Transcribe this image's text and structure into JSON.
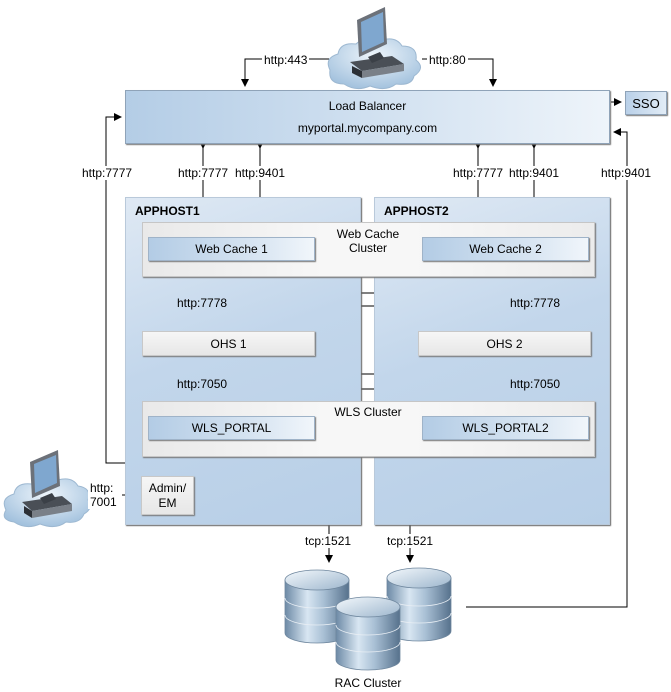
{
  "title": "Oracle Portal high-availability topology",
  "colors": {
    "load_balancer": "#c7dbef",
    "host_background": "#c2d6eb",
    "cluster_background": "#f2f2f2",
    "node_blue": "#c6dbef",
    "node_gray": "#eeeeee",
    "line": "#000000"
  },
  "client_top": {
    "icon": "computer-cloud-icon"
  },
  "client_admin": {
    "icon": "computer-cloud-icon"
  },
  "load_balancer": {
    "title": "Load Balancer",
    "host": "myportal.mycompany.com"
  },
  "sso": {
    "label": "SSO"
  },
  "hosts": [
    {
      "label": "APPHOST1"
    },
    {
      "label": "APPHOST2"
    }
  ],
  "web_cache_cluster": {
    "label_line1": "Web Cache",
    "label_line2": "Cluster"
  },
  "web_caches": [
    {
      "label": "Web Cache 1"
    },
    {
      "label": "Web Cache 2"
    }
  ],
  "ohs": [
    {
      "label": "OHS 1"
    },
    {
      "label": "OHS 2"
    }
  ],
  "wls_cluster": {
    "label": "WLS Cluster"
  },
  "wls_servers": [
    {
      "label": "WLS_PORTAL"
    },
    {
      "label": "WLS_PORTAL2"
    }
  ],
  "admin": {
    "label_line1": "Admin/",
    "label_line2": "EM"
  },
  "database": {
    "label": "RAC Cluster",
    "icon": "database-cylinder-icon"
  },
  "connections": {
    "client_https": "http:443",
    "client_http": "http:80",
    "lb_wc1_7777": "http:7777",
    "lb_wc1_9401": "http:9401",
    "lb_wc2_7777": "http:7777",
    "lb_wc2_9401": "http:9401",
    "wls_to_lb": "http:7777",
    "db_to_lb": "http:9401",
    "wc1_ohs": "http:7778",
    "wc2_ohs": "http:7778",
    "ohs1_wls": "http:7050",
    "ohs2_wls": "http:7050",
    "admin_port_line1": "http:",
    "admin_port_line2": "7001",
    "ohs1_db": "tcp:1521",
    "ohs2_db": "tcp:1521"
  }
}
